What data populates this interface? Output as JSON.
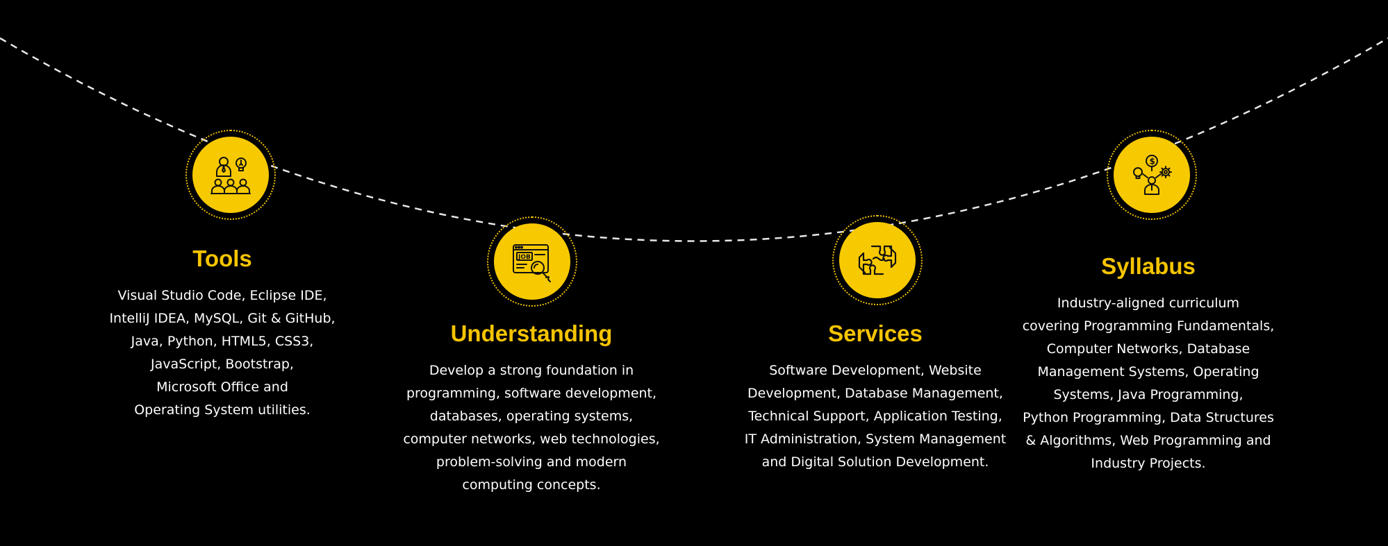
{
  "colors": {
    "background": "#000000",
    "accent": "#f5c400",
    "text": "#ffffff",
    "curve": "#e8e8e8"
  },
  "items": [
    {
      "icon": "team-ideas-icon",
      "title": "Tools",
      "text": "Visual Studio Code, Eclipse IDE,\nIntelliJ IDEA, MySQL, Git & GitHub,\nJava, Python, HTML5, CSS3,\nJavaScript, Bootstrap,\nMicrosoft Office and\nOperating System utilities."
    },
    {
      "icon": "job-search-icon",
      "title": "Understanding",
      "text": "Develop a strong foundation in\nprogramming, software development,\ndatabases, operating systems,\ncomputer networks, web technologies,\nproblem-solving and modern\ncomputing concepts."
    },
    {
      "icon": "puzzle-hands-icon",
      "title": "Services",
      "text": "Software Development, Website\nDevelopment, Database Management,\nTechnical Support, Application Testing,\nIT Administration, System Management\nand Digital Solution Development."
    },
    {
      "icon": "business-idea-icon",
      "title": "Syllabus",
      "text": "Industry-aligned curriculum\ncovering Programming Fundamentals,\nComputer Networks, Database\nManagement Systems, Operating\nSystems, Java Programming,\nPython Programming, Data Structures\n& Algorithms, Web Programming and\nIndustry Projects."
    }
  ]
}
